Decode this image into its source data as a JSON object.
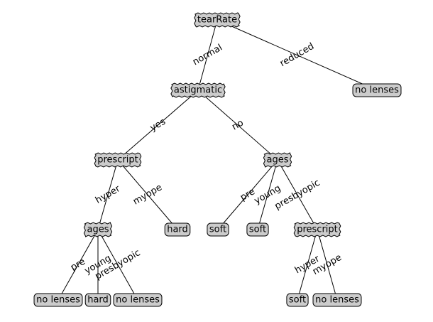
{
  "tree": {
    "nodes": [
      {
        "id": "n_tearRate",
        "label": "tearRate",
        "kind": "decision"
      },
      {
        "id": "n_astig",
        "label": "astigmatic",
        "kind": "decision"
      },
      {
        "id": "n_nolens_top",
        "label": "no lenses",
        "kind": "leaf"
      },
      {
        "id": "n_prescript_L",
        "label": "prescript",
        "kind": "decision"
      },
      {
        "id": "n_ages_R",
        "label": "ages",
        "kind": "decision"
      },
      {
        "id": "n_ages_L",
        "label": "ages",
        "kind": "decision"
      },
      {
        "id": "n_hard_mid",
        "label": "hard",
        "kind": "leaf"
      },
      {
        "id": "n_soft_1",
        "label": "soft",
        "kind": "leaf"
      },
      {
        "id": "n_soft_2",
        "label": "soft",
        "kind": "leaf"
      },
      {
        "id": "n_prescript_R",
        "label": "prescript",
        "kind": "decision"
      },
      {
        "id": "n_nolens_1",
        "label": "no lenses",
        "kind": "leaf"
      },
      {
        "id": "n_hard_low",
        "label": "hard",
        "kind": "leaf"
      },
      {
        "id": "n_nolens_2",
        "label": "no lenses",
        "kind": "leaf"
      },
      {
        "id": "n_soft_3",
        "label": "soft",
        "kind": "leaf"
      },
      {
        "id": "n_nolens_3",
        "label": "no lenses",
        "kind": "leaf"
      }
    ],
    "edges": [
      {
        "from": "n_tearRate",
        "to": "n_astig",
        "label": "normal"
      },
      {
        "from": "n_tearRate",
        "to": "n_nolens_top",
        "label": "reduced"
      },
      {
        "from": "n_astig",
        "to": "n_prescript_L",
        "label": "yes"
      },
      {
        "from": "n_astig",
        "to": "n_ages_R",
        "label": "no"
      },
      {
        "from": "n_prescript_L",
        "to": "n_ages_L",
        "label": "hyper"
      },
      {
        "from": "n_prescript_L",
        "to": "n_hard_mid",
        "label": "myope"
      },
      {
        "from": "n_ages_R",
        "to": "n_soft_1",
        "label": "pre"
      },
      {
        "from": "n_ages_R",
        "to": "n_soft_2",
        "label": "young"
      },
      {
        "from": "n_ages_R",
        "to": "n_prescript_R",
        "label": "presbyopic"
      },
      {
        "from": "n_ages_L",
        "to": "n_nolens_1",
        "label": "pre"
      },
      {
        "from": "n_ages_L",
        "to": "n_hard_low",
        "label": "young"
      },
      {
        "from": "n_ages_L",
        "to": "n_nolens_2",
        "label": "presbyopic"
      },
      {
        "from": "n_prescript_R",
        "to": "n_soft_3",
        "label": "hyper"
      },
      {
        "from": "n_prescript_R",
        "to": "n_nolens_3",
        "label": "myope"
      }
    ]
  }
}
